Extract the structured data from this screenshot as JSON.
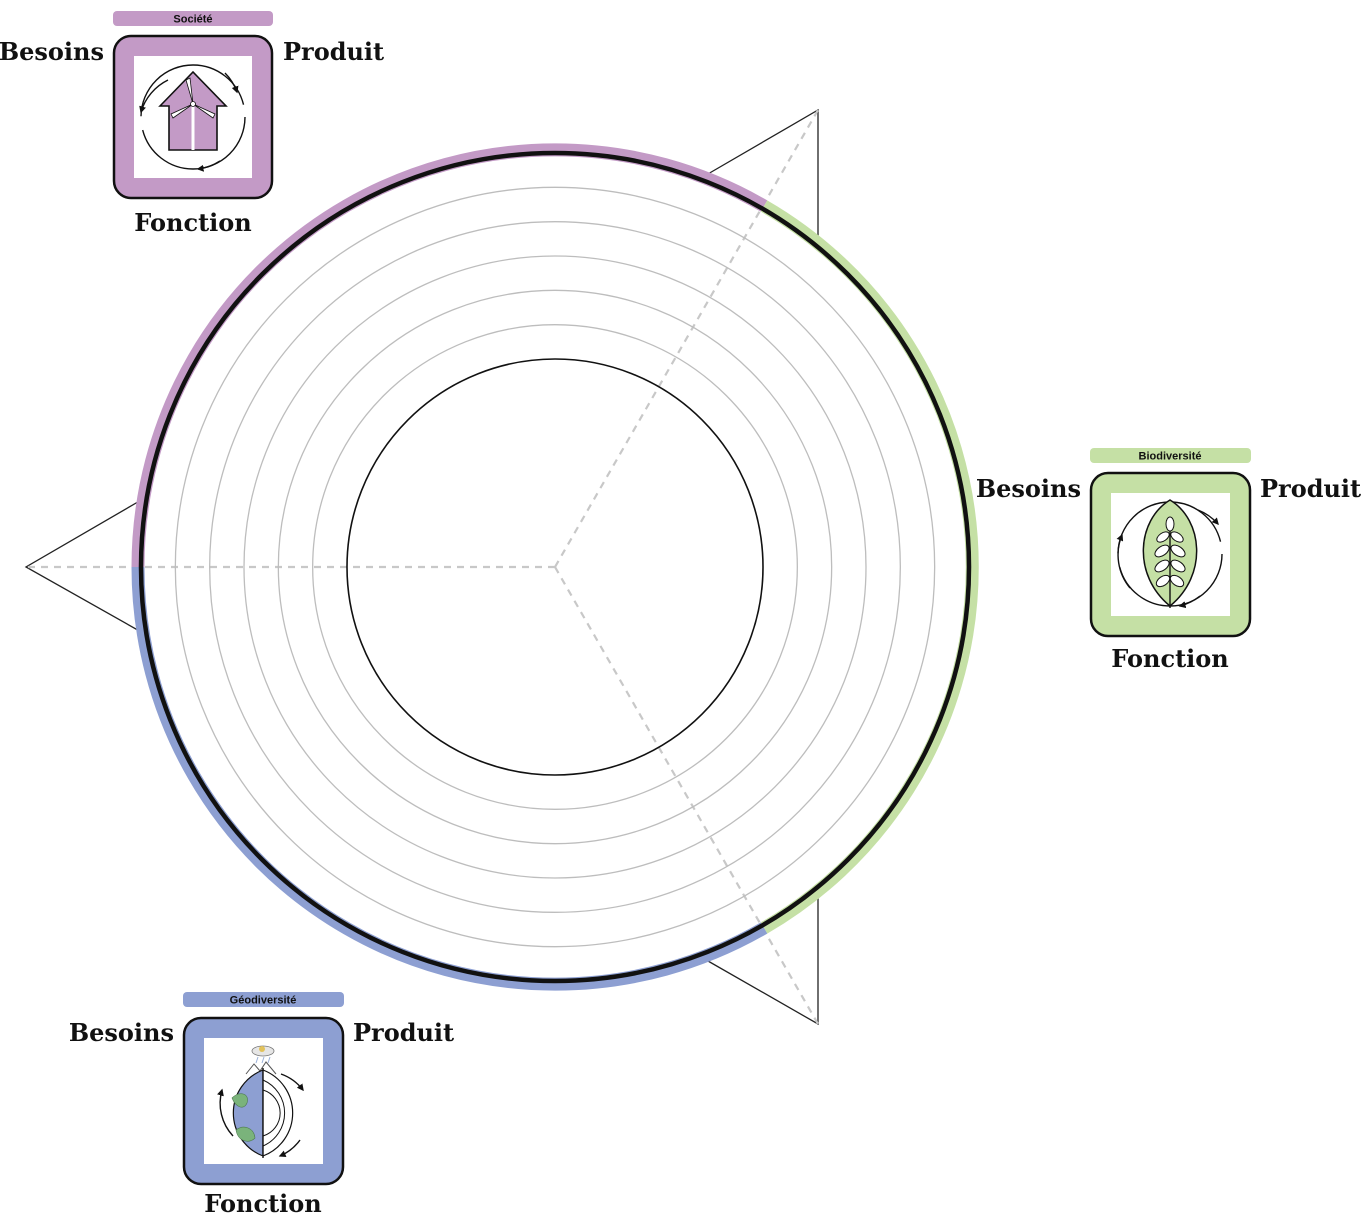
{
  "colors": {
    "societe": "#c39ac6",
    "biodiversite": "#c5e0a5",
    "geodiversite": "#8d9fd2",
    "ring_dark": "#111111",
    "grid": "#bdbdbd",
    "axis": "#c8c8c8"
  },
  "rings": {
    "count": 6
  },
  "cards": [
    {
      "tag": "Société",
      "besoins": "Besoins",
      "produit": "Produit",
      "fonction": "Fonction",
      "color_key": "societe",
      "icon": "house-wind-turbine-icon"
    },
    {
      "tag": "Biodiversité",
      "besoins": "Besoins",
      "produit": "Produit",
      "fonction": "Fonction",
      "color_key": "biodiversite",
      "icon": "leaf-wheat-icon"
    },
    {
      "tag": "Géodiversité",
      "besoins": "Besoins",
      "produit": "Produit",
      "fonction": "Fonction",
      "color_key": "geodiversite",
      "icon": "earth-cloud-icon"
    }
  ]
}
